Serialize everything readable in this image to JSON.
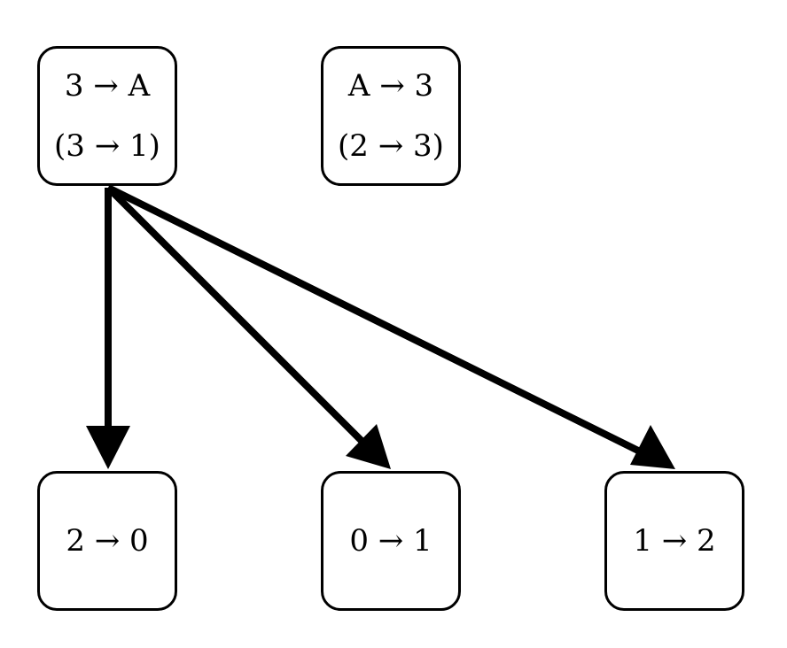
{
  "nodes": {
    "n3A": {
      "line1": "3 → A",
      "line2": "(3 → 1)"
    },
    "nA3": {
      "line1": "A → 3",
      "line2": "(2 → 3)"
    },
    "n20": {
      "line1": "2 → 0"
    },
    "n01": {
      "line1": "0 → 1"
    },
    "n12": {
      "line1": "1 → 2"
    }
  },
  "edges": [
    {
      "from": "3 → A",
      "to": "2 → 0"
    },
    {
      "from": "3 → A",
      "to": "0 → 1"
    },
    {
      "from": "3 → A",
      "to": "1 → 2"
    }
  ],
  "colors": {
    "stroke": "#000000",
    "fill": "#ffffff"
  }
}
